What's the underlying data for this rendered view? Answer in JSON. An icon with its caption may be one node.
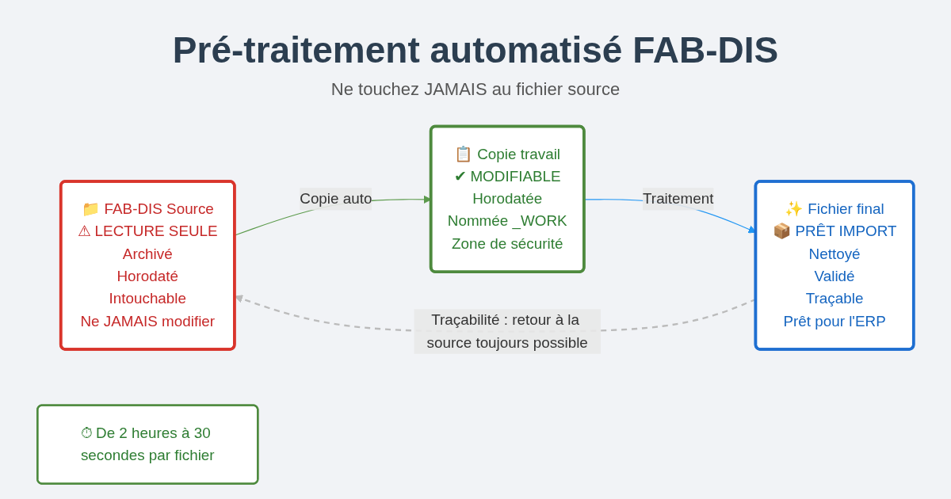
{
  "diagram": {
    "title": "Pré-traitement automatisé FAB-DIS",
    "nodes": [
      {
        "text": [
          "📁 FAB-DIS Source",
          "⚠ LECTURE SEULE",
          "Archivé",
          "Horodaté",
          "Intouchable",
          "Ne JAMAIS modifier"
        ]
      },
      {
        "text": [
          "📋 Copie travail",
          "✔ MODIFIABLE",
          "Horodatée",
          "Nommée _WORK",
          "Zone de sécurité"
        ]
      },
      {
        "text": [
          "✨ Fichier final",
          "📦 PRÊT IMPORT",
          "Nettoyé",
          "Validé",
          "Traçable",
          "Prêt pour l'ERP"
        ]
      },
      {
        "text": [
          "⏱ De 2 heures à 30 secondes par fichier"
        ]
      }
    ],
    "edges": [
      {
        "from": 0,
        "to": 1,
        "arrow": "to",
        "label": "Copie auto",
        "color": "#5b9a4b"
      },
      {
        "from": 1,
        "to": 2,
        "arrow": "to",
        "label": "Traitement",
        "color": "#2196f3"
      },
      {
        "from": 2,
        "to": 0,
        "arrow": "to",
        "label": "Traçabilité : retour à la source toujours possible",
        "style": "dashed",
        "color": "#bbbbbb"
      }
    ],
    "labels": [
      "Ne touchez JAMAIS au fichier source"
    ]
  }
}
